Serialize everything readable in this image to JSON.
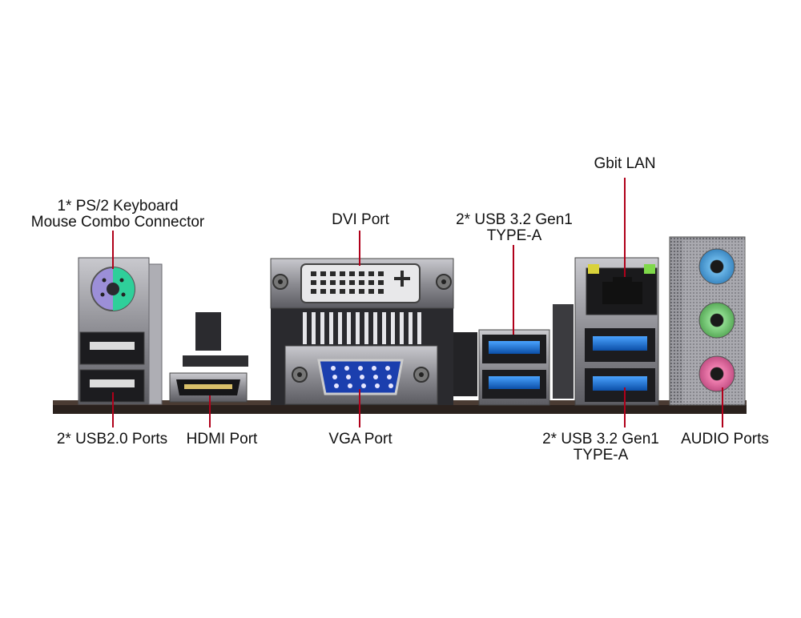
{
  "labels": {
    "ps2": {
      "line1": "1* PS/2 Keyboard",
      "line2": "Mouse Combo Connector"
    },
    "dvi": "DVI Port",
    "usb32_top": {
      "line1": "2* USB 3.2 Gen1",
      "line2": "TYPE-A"
    },
    "lan": "Gbit LAN",
    "usb20": "2* USB2.0 Ports",
    "hdmi": "HDMI Port",
    "vga": "VGA Port",
    "usb32_bottom": {
      "line1": "2* USB 3.2 Gen1",
      "line2": "TYPE-A"
    },
    "audio": "AUDIO Ports"
  },
  "colors": {
    "leader_line": "#b0001a",
    "metal": "#8d8d93",
    "metal_dark": "#5c5c62",
    "ps2_purple": "#9c8fd8",
    "ps2_green": "#2fcf9a",
    "usb3_blue": "#1a73d6",
    "vga_blue": "#1b3fae",
    "audio_blue": "#6ab6e8",
    "audio_green": "#8fdc8f",
    "audio_pink": "#f07fb0",
    "board": "#2a211d"
  }
}
